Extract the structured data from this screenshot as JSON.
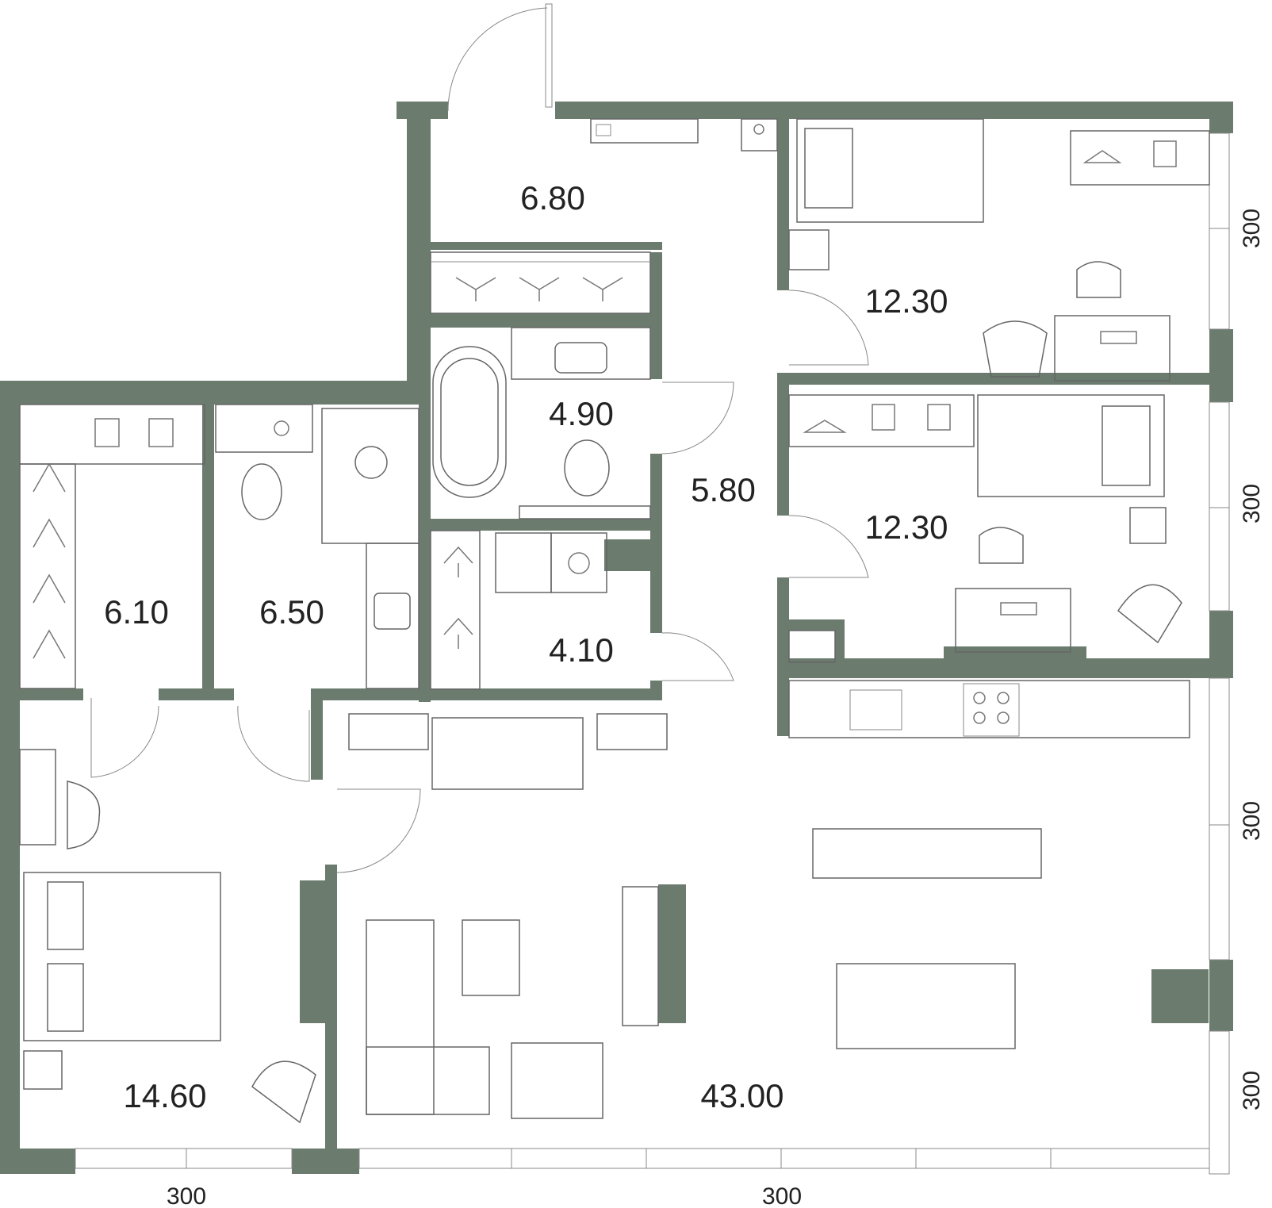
{
  "plan": {
    "colors": {
      "wall": "#6b7b6e",
      "line": "#666666",
      "background": "#ffffff"
    },
    "rooms": [
      {
        "id": "hall",
        "area": "6.80"
      },
      {
        "id": "bath",
        "area": "4.90"
      },
      {
        "id": "corridor",
        "area": "5.80"
      },
      {
        "id": "laundry",
        "area": "4.10"
      },
      {
        "id": "bedroom-1",
        "area": "12.30"
      },
      {
        "id": "bedroom-2",
        "area": "12.30"
      },
      {
        "id": "wardrobe",
        "area": "6.10"
      },
      {
        "id": "shower",
        "area": "6.50"
      },
      {
        "id": "master-bedroom",
        "area": "14.60"
      },
      {
        "id": "living",
        "area": "43.00"
      }
    ],
    "dimensions": {
      "bottom_left": "300",
      "bottom_center": "300",
      "right_1": "300",
      "right_2": "300",
      "right_3": "300",
      "right_4": "300"
    }
  }
}
